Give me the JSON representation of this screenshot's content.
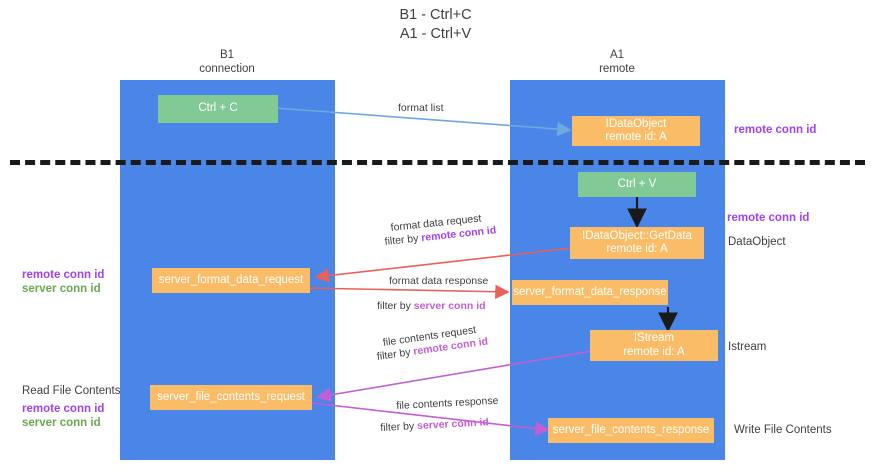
{
  "title": {
    "line1": "B1 - Ctrl+C",
    "line2": "A1 - Ctrl+V"
  },
  "columns": [
    {
      "name": "B1",
      "sub": "connection"
    },
    {
      "name": "A1",
      "sub": "remote"
    }
  ],
  "boxes": {
    "ctrl_c": {
      "line1": "Ctrl + C",
      "line2": ""
    },
    "ctrl_v": {
      "line1": "Ctrl + V",
      "line2": ""
    },
    "idataobject": {
      "line1": "IDataObject",
      "line2": "remote id: A"
    },
    "getdata": {
      "line1": "IDataObject::GetData",
      "line2": "remote id: A"
    },
    "istream": {
      "line1": "IStream",
      "line2": "remote id: A"
    },
    "server_format_data_request": {
      "line1": "server_format_data_request",
      "line2": ""
    },
    "server_format_data_response": {
      "line1": "server_format_data_response",
      "line2": ""
    },
    "server_file_contents_request": {
      "line1": "server_file_contents_request",
      "line2": ""
    },
    "server_file_contents_response": {
      "line1": "server_file_contents_response",
      "line2": ""
    }
  },
  "arrow_labels": {
    "format_list": "format list",
    "format_data_request": "format data request",
    "format_data_request_filter_prefix": "filter by ",
    "format_data_request_filter_key": "remote conn id",
    "format_data_response": "format data response",
    "format_data_response_filter_prefix": "filter by ",
    "format_data_response_filter_key": "server conn id",
    "file_contents_request": "file contents request",
    "file_contents_request_filter_prefix": "filter by ",
    "file_contents_request_filter_key": "remote conn id",
    "file_contents_response": "file contents response",
    "file_contents_response_filter_prefix": "filter by ",
    "file_contents_response_filter_key": "server conn id"
  },
  "annotations": {
    "right_remote_conn_top": "remote conn id",
    "right_remote_conn_mid": "remote conn id",
    "right_dataobject": "DataObject",
    "right_istream": "Istream",
    "right_write_file_contents": "Write File Contents",
    "left_read_file_contents": "Read File Contents",
    "left_remote_conn_id": "remote conn id",
    "left_server_conn_id": "server conn id",
    "left2_remote_conn_id": "remote conn id",
    "left2_server_conn_id": "server conn id"
  },
  "colors": {
    "lane": "#4a86e8",
    "green_box": "#81c995",
    "orange_box": "#fbbc68",
    "remote_conn_id": "#a142f4",
    "server_conn_id": "#6aa84f",
    "arrow_red": "#e8615a",
    "arrow_pink": "#c55ed6",
    "arrow_blue": "#6fa8dc",
    "arrow_black": "#1a1a1a",
    "divider": "#1a1a1a",
    "text": "#3c4043"
  }
}
